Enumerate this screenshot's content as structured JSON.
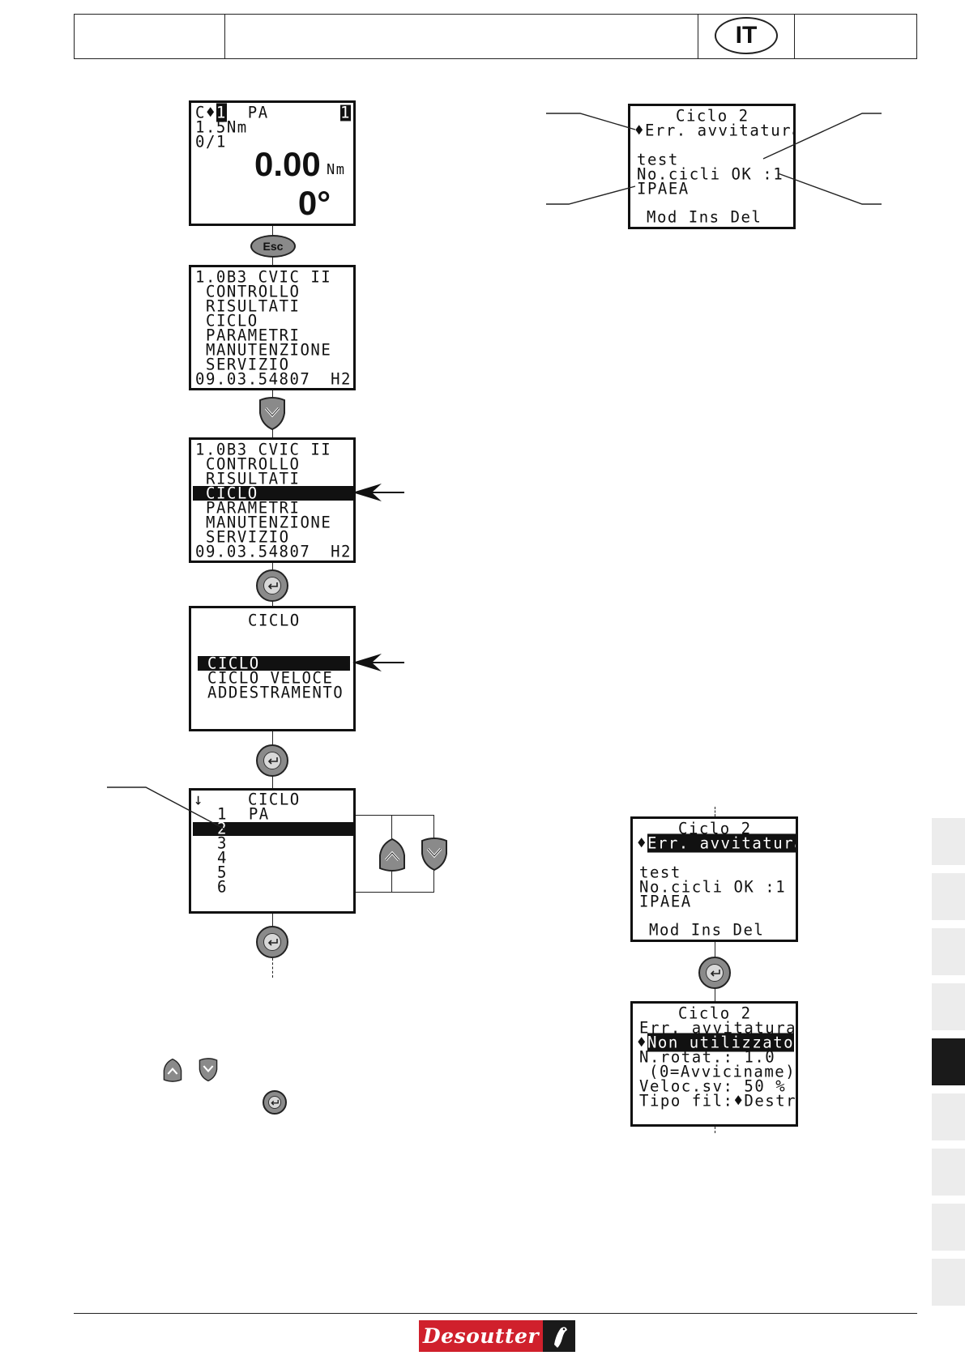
{
  "header": {
    "language_code": "IT"
  },
  "screen_home": {
    "line1": "C",
    "cycle_num": "1",
    "assign": "PA",
    "corner": "1",
    "torque_set": "1.5Nm",
    "count": "0/1",
    "torque_value": "0.00",
    "torque_unit": "Nm",
    "angle_value": "0°"
  },
  "esc_label": "Esc",
  "main_menu": {
    "title": "1.0B3 CVIC II",
    "items": [
      "CONTROLLO",
      "RISULTATI",
      "CICLO",
      "PARAMETRI",
      "MANUTENZIONE",
      "SERVIZIO"
    ],
    "footer_left": "09.03.54807",
    "footer_right": "H2",
    "selected_index": 2
  },
  "ciclo_menu": {
    "title": "CICLO",
    "items": [
      "CICLO",
      "CICLO VELOCE",
      "ADDESTRAMENTO"
    ],
    "selected_index": 0
  },
  "cycle_list": {
    "title": "CICLO",
    "items": [
      "1  PA",
      "2",
      "3",
      "4",
      "5",
      "6"
    ],
    "selected_index": 1
  },
  "cycle_detail_top": {
    "title": "Ciclo 2",
    "line1": "Err. avvitatura",
    "line2": "test",
    "line3": "No.cicli OK :1",
    "line4": "IPAEA",
    "footer": "Mod Ins Del"
  },
  "cycle_detail_mid": {
    "title": "Ciclo 2",
    "line1": "Err. avvitatura",
    "line2": "test",
    "line3": "No.cicli OK :1",
    "line4": "IPAEA",
    "footer": "Mod Ins Del"
  },
  "cycle_error_screen": {
    "title": "Ciclo 2",
    "line1": "Err. avvitatura",
    "line2": "Non utilizzato",
    "line3": "N.rotat.: 1.0",
    "line4": "(0=Avviciname)",
    "line5": "Veloc.sv: 50 %",
    "line6": "Tipo fil:",
    "line6_value": "Destro"
  },
  "footer": {
    "brand": "Desoutter"
  }
}
